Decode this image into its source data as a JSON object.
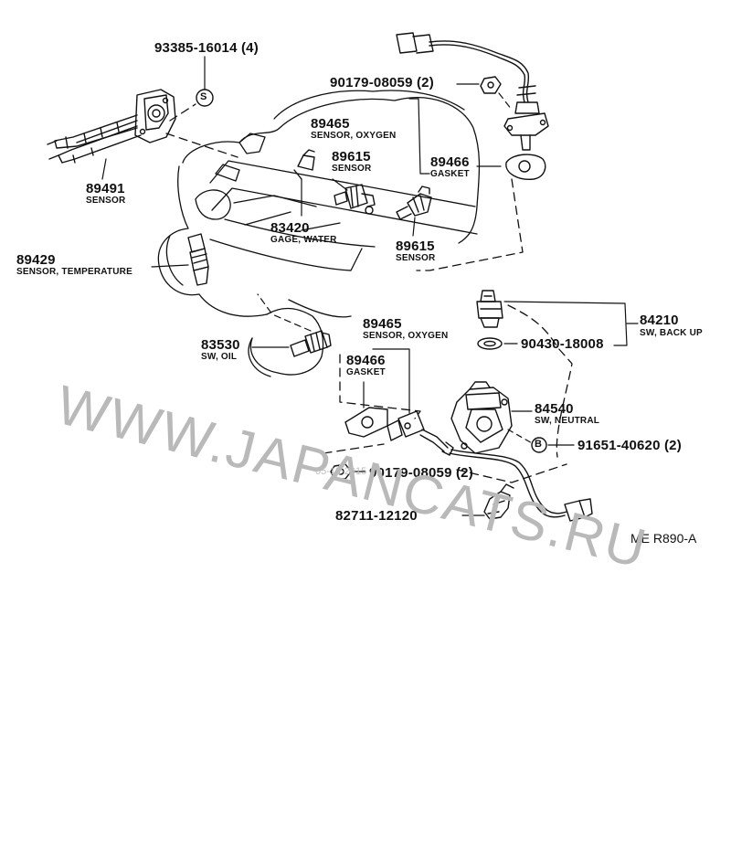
{
  "parts": [
    {
      "id": "p93385",
      "number": "93385-16014 (4)"
    },
    {
      "id": "p90179a",
      "number": "90179-08059 (2)"
    },
    {
      "id": "p89465a",
      "number": "89465",
      "desc": "SENSOR, OXYGEN"
    },
    {
      "id": "p89615a",
      "number": "89615",
      "desc": "SENSOR"
    },
    {
      "id": "p89466a",
      "number": "89466",
      "desc": "GASKET"
    },
    {
      "id": "p89491",
      "number": "89491",
      "desc": "SENSOR"
    },
    {
      "id": "p83420",
      "number": "83420",
      "desc": "GAGE, WATER"
    },
    {
      "id": "p89615b",
      "number": "89615",
      "desc": "SENSOR"
    },
    {
      "id": "p89429",
      "number": "89429",
      "desc": "SENSOR, TEMPERATURE"
    },
    {
      "id": "p89465b",
      "number": "89465",
      "desc": "SENSOR, OXYGEN"
    },
    {
      "id": "p84210",
      "number": "84210",
      "desc": "SW, BACK UP"
    },
    {
      "id": "p90430",
      "number": "90430-18008"
    },
    {
      "id": "p83530",
      "number": "83530",
      "desc": "SW, OIL"
    },
    {
      "id": "p89466b",
      "number": "89466",
      "desc": "GASKET"
    },
    {
      "id": "p84540",
      "number": "84540",
      "desc": "SW, NEUTRAL"
    },
    {
      "id": "p91651",
      "number": "91651-40620 (2)"
    },
    {
      "id": "p90179b",
      "number": "90179-08059 (2)"
    },
    {
      "id": "p82711",
      "number": "82711-12120"
    }
  ],
  "symbols": {
    "s": "S",
    "b": "B"
  },
  "reference": "ME R890-A",
  "watermark": {
    "text": "WWW.JAPANCATS.RU",
    "date": "05-12-2015"
  }
}
